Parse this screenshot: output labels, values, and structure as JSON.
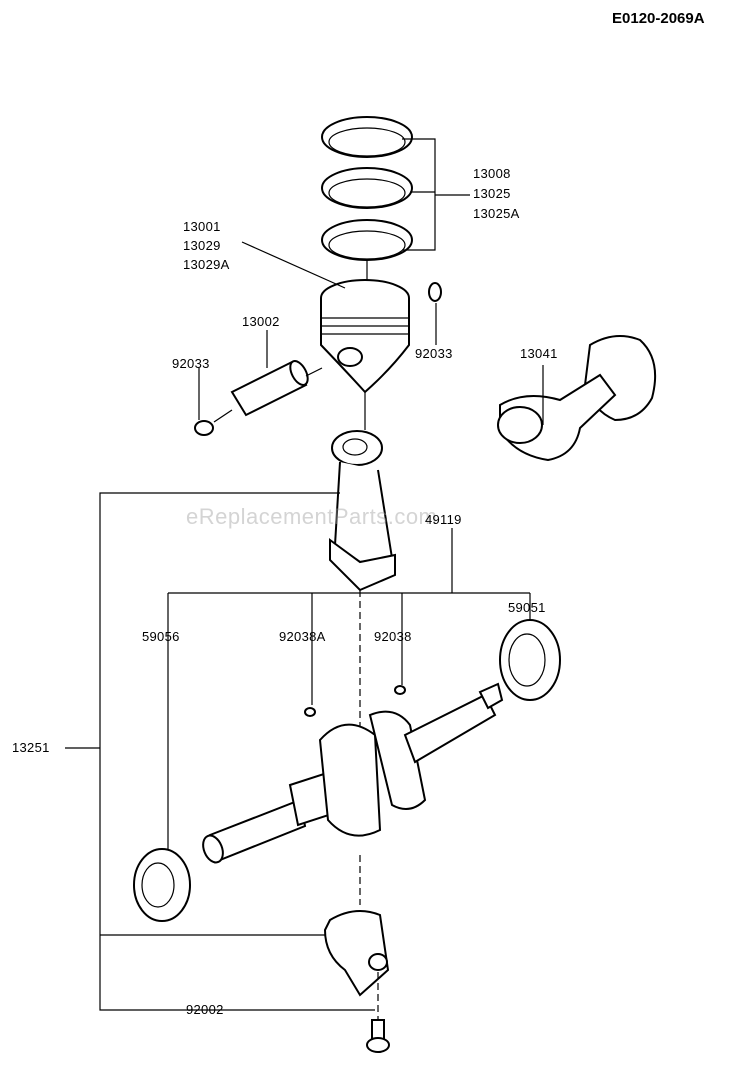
{
  "diagram_code": "E0120-2069A",
  "watermark": "eReplacementParts.com",
  "labels": {
    "rings": [
      "13008",
      "13025",
      "13025A"
    ],
    "piston": [
      "13001",
      "13029",
      "13029A"
    ],
    "piston_pin": "13002",
    "clip_left": "92033",
    "clip_right": "92033",
    "camshaft": "13041",
    "conrod": "49119",
    "gear_left": "59056",
    "key_a": "92038A",
    "key": "92038",
    "gear_right": "59051",
    "crank_assy": "13251",
    "bolt": "92002"
  }
}
